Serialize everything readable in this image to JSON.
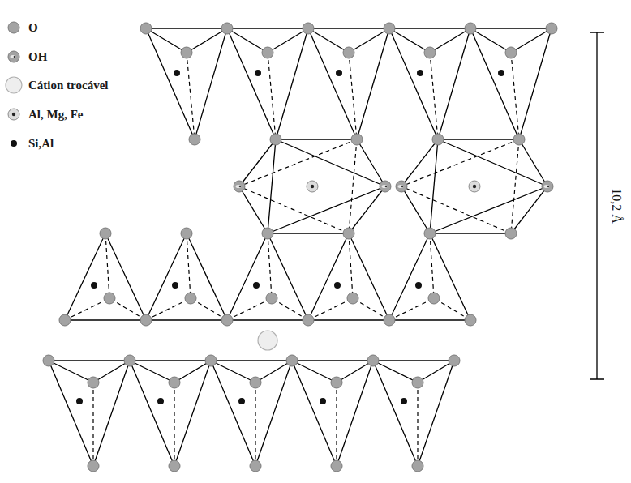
{
  "diagram": {
    "labels": [
      "10,2 Å"
    ],
    "legend": [
      {
        "text": "O"
      },
      {
        "text": "OH"
      },
      {
        "text": "Cátion trocável"
      },
      {
        "text": "Al, Mg, Fe"
      },
      {
        "text": "Si,Al"
      }
    ]
  }
}
